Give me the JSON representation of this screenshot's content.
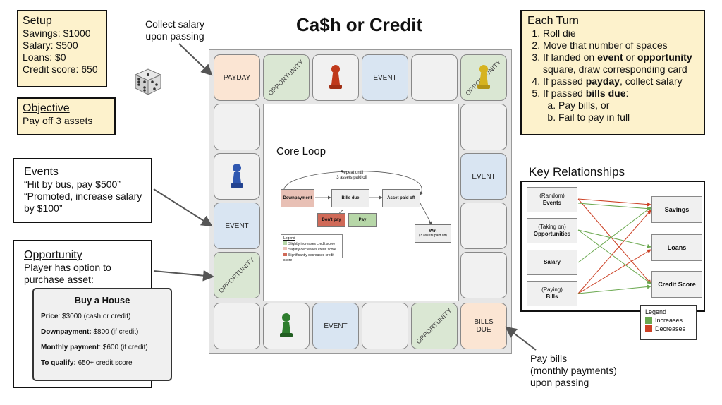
{
  "title": "Ca$h or Credit",
  "setup": {
    "heading": "Setup",
    "lines": [
      "Savings: $1000",
      "Salary: $500",
      "Loans: $0",
      "Credit score: 650"
    ]
  },
  "objective": {
    "heading": "Objective",
    "text": "Pay off 3 assets"
  },
  "events_box": {
    "heading": "Events",
    "lines": [
      "“Hit by bus, pay $500”",
      "“Promoted, increase salary",
      "by $100”"
    ]
  },
  "opportunity_box": {
    "heading": "Opportunity",
    "lines": [
      "Player has option to",
      "purchase asset:"
    ]
  },
  "house_card": {
    "title": "Buy a House",
    "price_label": "Price",
    "price_value": ": $3000 (cash or credit)",
    "down_label": "Downpayment:",
    "down_value": " $800 (if credit)",
    "monthly_label": "Monthly payment",
    "monthly_value": ": $600 (if credit)",
    "qualify_label": "To qualify:",
    "qualify_value": " 650+ credit score"
  },
  "each_turn": {
    "heading": "Each Turn",
    "s1": "Roll die",
    "s2": "Move that number of spaces",
    "s3a": "If landed on ",
    "s3b": "event",
    "s3c": " or ",
    "s3d": "opportunity",
    "s3e": "square, draw corresponding card",
    "s4a": "If passed ",
    "s4b": "payday",
    "s4c": ", collect salary",
    "s5a": "If passed ",
    "s5b": "bills due",
    "s5c": ":",
    "s5_sub": [
      "Pay bills, or",
      "Fail to pay in full"
    ]
  },
  "annotations": {
    "collect_salary": [
      "Collect salary",
      "upon passing"
    ],
    "pay_bills": [
      "Pay bills",
      "(monthly payments)",
      "upon passing"
    ]
  },
  "board": {
    "payday": "PAYDAY",
    "opportunity": "OPPORTUNITY",
    "event": "EVENT",
    "bills_due": [
      "BILLS",
      "DUE"
    ],
    "core_loop_title": "Core Loop",
    "repeat_until": [
      "Repeat until",
      "3 assets paid off"
    ],
    "flow": {
      "downpayment": "Downpayment",
      "bills_due": "Bills due",
      "asset_paid_off": "Asset paid off",
      "dont_pay": "Don't pay",
      "pay": "Pay",
      "win": "Win",
      "win_sub": "(3 assets paid off)"
    },
    "legend": {
      "title": "Legend",
      "items": [
        "Slightly increases credit score",
        "Slightly decreases credit score",
        "Significantly decreases credit score"
      ]
    }
  },
  "key_relationships": {
    "title": "Key Relationships",
    "left": [
      {
        "small": "(Random)",
        "label": "Events"
      },
      {
        "small": "(Taking on)",
        "label": "Opportunities"
      },
      {
        "small": "",
        "label": "Salary"
      },
      {
        "small": "(Paying)",
        "label": "Bills"
      }
    ],
    "right": [
      "Savings",
      "Loans",
      "Credit Score"
    ],
    "legend": {
      "title": "Legend",
      "increases": "Increases",
      "decreases": "Decreases"
    }
  },
  "colors": {
    "note_bg": "#fdf2cc",
    "payday": "#fbe5d3",
    "opportunity": "#dae7d3",
    "event": "#d9e5f2",
    "increase": "#6aa84f",
    "decrease": "#cc4125",
    "pawn_red": "#c0391b",
    "pawn_yellow": "#d6b31f",
    "pawn_blue": "#2f57b0",
    "pawn_green": "#2e7d2e"
  }
}
